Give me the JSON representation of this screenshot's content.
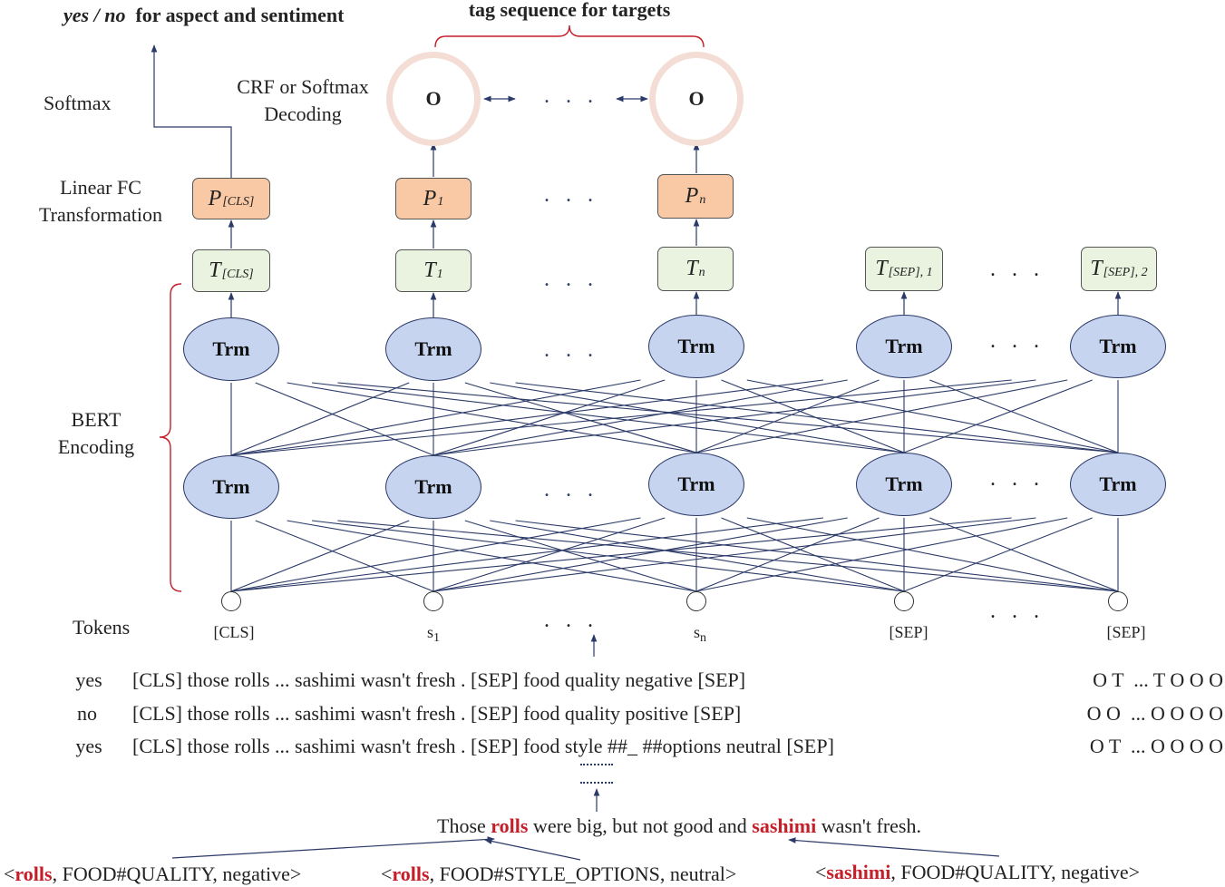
{
  "top": {
    "yesno": "yes / no",
    "aspect_sentiment": "for aspect and sentiment",
    "tag_sequence": "tag sequence for targets"
  },
  "labels": {
    "softmax": "Softmax",
    "crf_line1": "CRF or Softmax",
    "crf_line2": "Decoding",
    "linear_line1": "Linear FC",
    "linear_line2": "Transformation",
    "bert_line1": "BERT",
    "bert_line2": "Encoding",
    "tokens": "Tokens"
  },
  "decoder_nodes": [
    "O",
    "O"
  ],
  "p_boxes": [
    {
      "main": "P",
      "sub": "[CLS]"
    },
    {
      "main": "P",
      "sub": "1"
    },
    {
      "main": "P",
      "sub": "n"
    }
  ],
  "t_boxes": [
    {
      "main": "T",
      "sub": "[CLS]"
    },
    {
      "main": "T",
      "sub": "1"
    },
    {
      "main": "T",
      "sub": "n"
    },
    {
      "main": "T",
      "sub": "[SEP], 1"
    },
    {
      "main": "T",
      "sub": "[SEP], 2"
    }
  ],
  "trm_label": "Trm",
  "token_labels": [
    {
      "main": "[CLS]",
      "sub": ""
    },
    {
      "main": "s",
      "sub": "1"
    },
    {
      "main": "s",
      "sub": "n"
    },
    {
      "main": "[SEP]",
      "sub": ""
    },
    {
      "main": "[SEP]",
      "sub": ""
    }
  ],
  "examples": [
    {
      "label": "yes",
      "input": "[CLS] those rolls ... sashimi wasn't fresh . [SEP] food quality negative [SEP]",
      "tags": "O T  ... T O O O"
    },
    {
      "label": "no",
      "input": "[CLS] those rolls ... sashimi wasn't fresh . [SEP] food quality positive [SEP]",
      "tags": "O O  ... O O O O"
    },
    {
      "label": "yes",
      "input": "[CLS] those rolls ... sashimi wasn't fresh . [SEP] food style ##_ ##options neutral [SEP]",
      "tags": "O T  ... O O O O"
    }
  ],
  "sentence": {
    "p1": "Those ",
    "w1": "rolls",
    "p2": " were big, but not good and ",
    "w2": "sashimi",
    "p3": " wasn't fresh."
  },
  "tuples": [
    {
      "open": "<",
      "word": "rolls",
      "rest": ", FOOD#QUALITY, negative>"
    },
    {
      "open": "<",
      "word": "rolls",
      "rest": ", FOOD#STYLE_OPTIONS, neutral>"
    },
    {
      "open": "<",
      "word": "sashimi",
      "rest": ", FOOD#QUALITY, negative>"
    }
  ],
  "colors": {
    "line": "#2c3a68",
    "accent_red": "#c41e28",
    "p_box": "#f9c9a5",
    "t_box": "#e9f3df",
    "trm": "#c6d4f0",
    "decoder_ring": "#f3ddd4"
  }
}
